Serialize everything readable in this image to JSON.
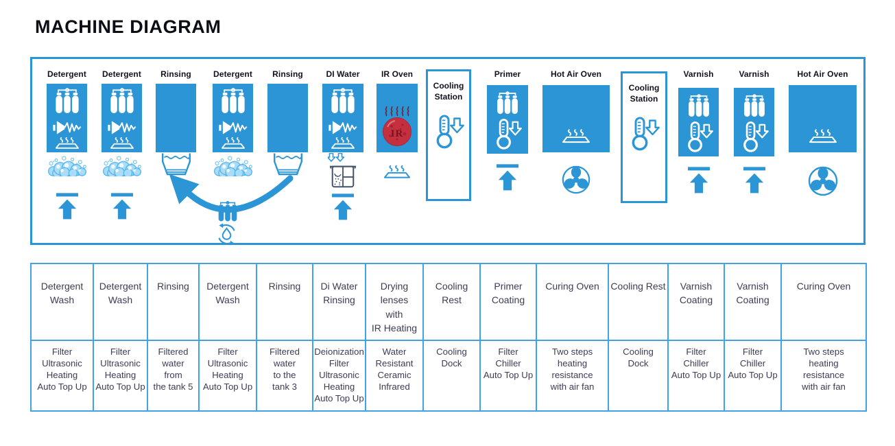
{
  "title": "MACHINE DIAGRAM",
  "colors": {
    "primary_blue": "#2B95D6",
    "table_border_blue": "#3FA3E9",
    "foam_blue": "#A9DCF8",
    "ir_red": "#C5303E",
    "beaker_slate": "#42536B",
    "label_dark": "#12121F",
    "table_text": "#3C3C55"
  },
  "icons": [
    "filter-icon",
    "ultrasonic-icon",
    "heating-icon",
    "foam-icon",
    "load-arrow-icon",
    "water-basin-icon",
    "beaker-icon",
    "down-arrows-icon",
    "thermometer-down-icon",
    "fan-icon",
    "ir-lamp-icon",
    "heat-waves-icon",
    "recycle-water-icon",
    "transfer-arrow-icon"
  ],
  "diagram": {
    "ir_sphere_label": "IR",
    "stations": [
      {
        "label": "Detergent"
      },
      {
        "label": "Detergent"
      },
      {
        "label": "Rinsing"
      },
      {
        "label": "Detergent"
      },
      {
        "label": "Rinsing"
      },
      {
        "label": "DI Water"
      },
      {
        "label": "IR Oven"
      },
      {
        "label": "Cooling Station"
      },
      {
        "label": "Primer"
      },
      {
        "label": "Hot Air Oven"
      },
      {
        "label": "Cooling Station"
      },
      {
        "label": "Varnish"
      },
      {
        "label": "Varnish"
      },
      {
        "label": "Hot Air Oven"
      }
    ]
  },
  "table": {
    "columns": [
      {
        "process": "Detergent\nWash",
        "details": "Filter\nUltrasonic\nHeating\nAuto Top Up"
      },
      {
        "process": "Detergent\nWash",
        "details": "Filter\nUltrasonic\nHeating\nAuto Top Up"
      },
      {
        "process": "Rinsing",
        "details": "Filtered\nwater\nfrom\nthe tank 5"
      },
      {
        "process": "Detergent\nWash",
        "details": "Filter\nUltrasonic\nHeating\nAuto Top Up"
      },
      {
        "process": "Rinsing",
        "details": "Filtered\nwater\nto the\ntank 3"
      },
      {
        "process": "Di Water\nRinsing",
        "details": "Deionization\nFilter\nUltrasonic\nHeating\nAuto Top Up"
      },
      {
        "process": "Drying\nlenses\nwith\nIR Heating",
        "details": "Water\nResistant\nCeramic\nInfrared"
      },
      {
        "process": "Cooling Rest",
        "details": "Cooling\nDock"
      },
      {
        "process": "Primer\nCoating",
        "details": "Filter\nChiller\nAuto Top Up"
      },
      {
        "process": "Curing Oven",
        "details": "Two steps\nheating\nresistance\nwith air fan"
      },
      {
        "process": "Cooling Rest",
        "details": "Cooling\nDock"
      },
      {
        "process": "Varnish\nCoating",
        "details": "Filter\nChiller\nAuto Top Up"
      },
      {
        "process": "Varnish\nCoating",
        "details": "Filter\nChiller\nAuto Top Up"
      },
      {
        "process": "Curing Oven",
        "details": "Two steps\nheating\nresistance\nwith air fan"
      }
    ]
  }
}
